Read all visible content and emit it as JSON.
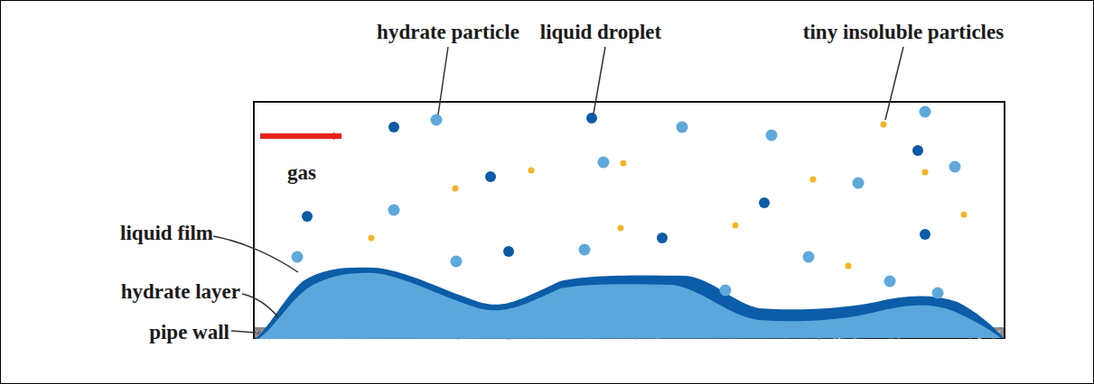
{
  "diagram": {
    "labels": [
      "hydrate particle",
      "liquid droplet",
      "tiny insoluble particles",
      "gas",
      "liquid film",
      "hydrate layer",
      "pipe wall"
    ]
  }
}
